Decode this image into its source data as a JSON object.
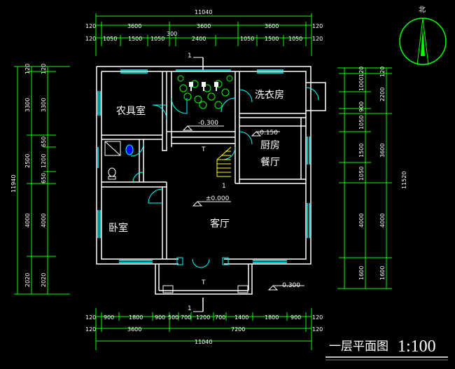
{
  "rooms": {
    "tool_room": "农具室",
    "laundry": "洗衣房",
    "kitchen": "厨房",
    "dining": "餐厅",
    "bedroom": "卧室",
    "living": "客厅"
  },
  "levels": {
    "courtyard": "-0.300",
    "kitchen": "-0.150",
    "living": "±0.000",
    "entrance": "-0.300"
  },
  "stair_marks": {
    "up": "T",
    "down": "1"
  },
  "section_mark": "1",
  "north_label": "北",
  "drawing_title": "一层平面图",
  "drawing_scale": "1:100",
  "dimensions": {
    "top_total": "11040",
    "top_row1": [
      "120",
      "3600",
      "3600",
      "3600",
      "120"
    ],
    "top_row2": [
      "120",
      "1050",
      "1500",
      "1050",
      "300",
      "2400",
      "1050",
      "1500",
      "1050",
      "120"
    ],
    "bottom_row1": [
      "120",
      "900",
      "1800",
      "900",
      "500",
      "700",
      "1200",
      "700",
      "1400",
      "1800",
      "900",
      "120"
    ],
    "bottom_row2": [
      "120",
      "3600",
      "7200",
      "120"
    ],
    "bottom_total": "11040",
    "left_total": "11940",
    "left_row1": [
      "120",
      "3300",
      "2500",
      "4000",
      "2020"
    ],
    "left_row2": [
      "120",
      "3300",
      "650",
      "1200",
      "650",
      "4000",
      "2020"
    ],
    "right_total": "11520",
    "right_row1": [
      "120",
      "2200",
      "3600",
      "4000",
      "1600"
    ],
    "right_row2": [
      "120",
      "1000",
      "900",
      "1050",
      "1500",
      "1050",
      "4000",
      "1600"
    ]
  },
  "colors": {
    "wall": "#ffffff",
    "dimension": "#00ff00",
    "window": "#00ffff",
    "door": "#00ffff",
    "plant": "#00ff00",
    "annotation": "#ffffff",
    "stair": "#ffff00"
  }
}
